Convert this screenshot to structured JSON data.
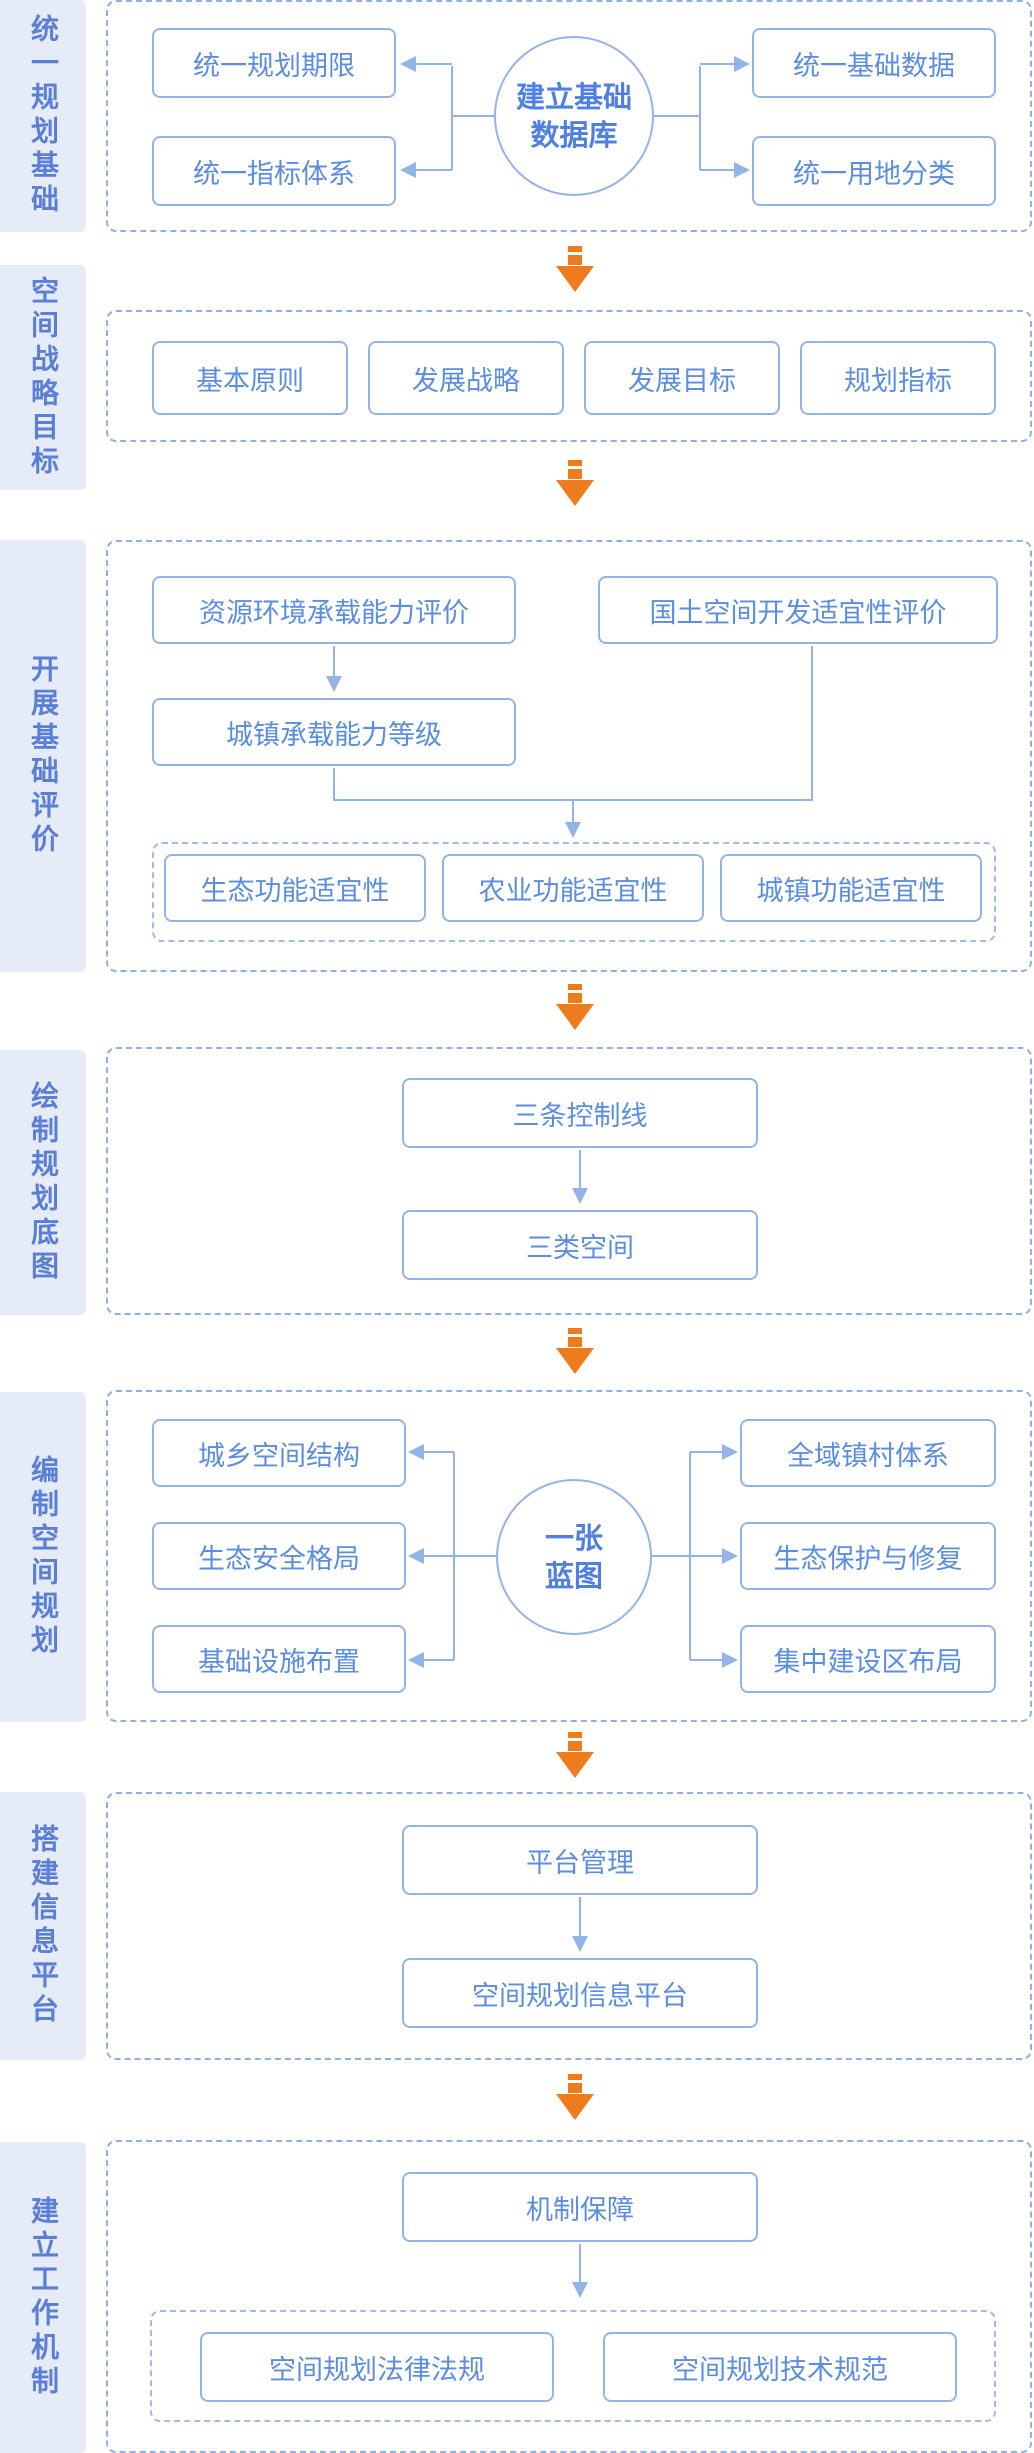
{
  "colors": {
    "accent": "#5b8de0",
    "border": "#93b4e6",
    "label_bg": "#e6ebf8",
    "arrow": "#ef7c1c"
  },
  "sections": [
    {
      "label": "统一规划基础",
      "center": [
        "建立基础",
        "数据库"
      ],
      "left": [
        "统一规划期限",
        "统一指标体系"
      ],
      "right": [
        "统一基础数据",
        "统一用地分类"
      ]
    },
    {
      "label": "空间战略目标",
      "items": [
        "基本原则",
        "发展战略",
        "发展目标",
        "规划指标"
      ]
    },
    {
      "label": "开展基础评价",
      "top_left": "资源环境承载能力评价",
      "top_right": "国土空间开发适宜性评价",
      "mid": "城镇承载能力等级",
      "bottom": [
        "生态功能适宜性",
        "农业功能适宜性",
        "城镇功能适宜性"
      ]
    },
    {
      "label": "绘制规划底图",
      "top": "三条控制线",
      "bottom": "三类空间"
    },
    {
      "label": "编制空间规划",
      "center": [
        "一张",
        "蓝图"
      ],
      "left": [
        "城乡空间结构",
        "生态安全格局",
        "基础设施布置"
      ],
      "right": [
        "全域镇村体系",
        "生态保护与修复",
        "集中建设区布局"
      ]
    },
    {
      "label": "搭建信息平台",
      "top": "平台管理",
      "bottom": "空间规划信息平台"
    },
    {
      "label": "建立工作机制",
      "top": "机制保障",
      "bottom": [
        "空间规划法律法规",
        "空间规划技术规范"
      ]
    }
  ]
}
